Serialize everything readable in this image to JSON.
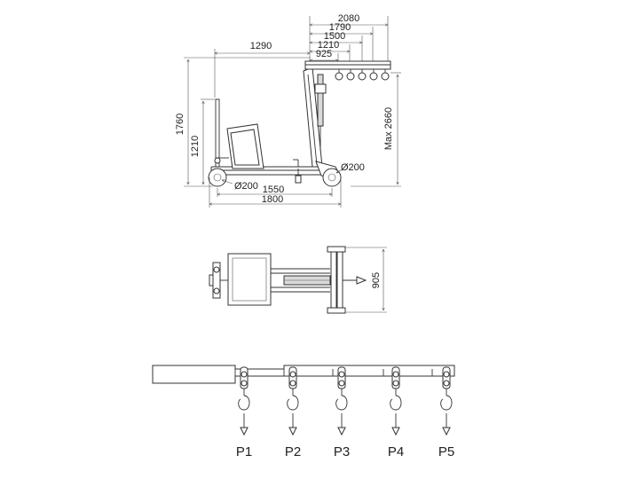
{
  "side_view": {
    "dims_top": [
      "2080",
      "1790",
      "1500",
      "1210",
      "925"
    ],
    "dim_reach": "1290",
    "dim_height": "1760",
    "dim_handle": "1210",
    "dim_max_height": "Max 2660",
    "dim_rear_wheel": "Ø200",
    "dim_front_wheel": "Ø200",
    "dim_wheelbase": "1550",
    "dim_length": "1800"
  },
  "top_view": {
    "dim_width": "905"
  },
  "boom_detail": {
    "positions": [
      "P1",
      "P2",
      "P3",
      "P4",
      "P5"
    ]
  }
}
